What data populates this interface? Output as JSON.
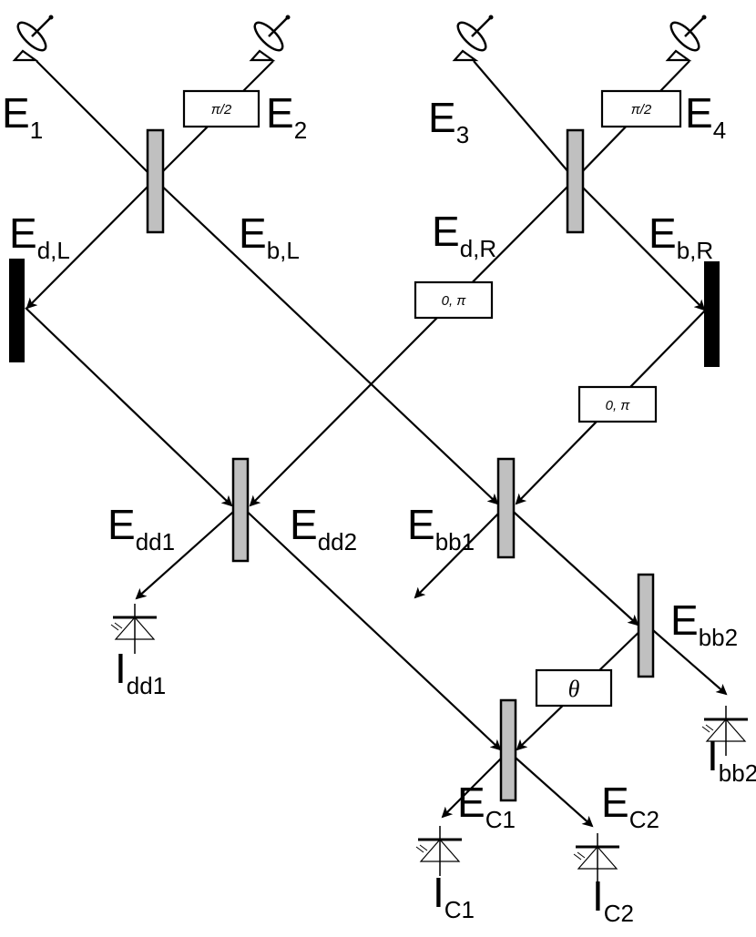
{
  "colors": {
    "beamsplitter": "#c0c0c0",
    "mirror": "#000000",
    "line": "#000000"
  },
  "phase_boxes": {
    "p1": "π/2",
    "p2": "π/2",
    "p3": "0, π",
    "p4": "0, π",
    "p5": "θ"
  },
  "labels": {
    "E1": {
      "main": "E",
      "sub": "1"
    },
    "E2": {
      "main": "E",
      "sub": "2"
    },
    "E3": {
      "main": "E",
      "sub": "3"
    },
    "E4": {
      "main": "E",
      "sub": "4"
    },
    "EdL": {
      "main": "E",
      "sub": "d,L"
    },
    "EbL": {
      "main": "E",
      "sub": "b,L"
    },
    "EdR": {
      "main": "E",
      "sub": "d,R"
    },
    "EbR": {
      "main": "E",
      "sub": "b,R"
    },
    "Edd1": {
      "main": "E",
      "sub": "dd1"
    },
    "Edd2": {
      "main": "E",
      "sub": "dd2"
    },
    "Ebb1": {
      "main": "E",
      "sub": "bb1"
    },
    "Ebb2": {
      "main": "E",
      "sub": "bb2"
    },
    "EC1": {
      "main": "E",
      "sub": "C1"
    },
    "EC2": {
      "main": "E",
      "sub": "C2"
    },
    "Idd1": {
      "main": "I",
      "sub": "dd1"
    },
    "Ibb2": {
      "main": "I",
      "sub": "bb2"
    },
    "IC1": {
      "main": "I",
      "sub": "C1"
    },
    "IC2": {
      "main": "I",
      "sub": "C2"
    }
  }
}
